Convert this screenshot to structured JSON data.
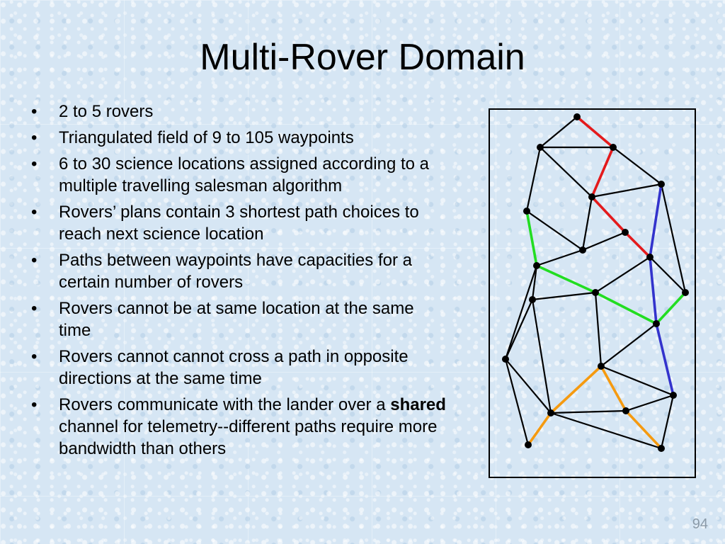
{
  "slide": {
    "title": "Multi-Rover Domain",
    "page_number": "94"
  },
  "bullets": [
    {
      "text": "2 to 5 rovers"
    },
    {
      "text": "Triangulated field of 9 to 105 waypoints"
    },
    {
      "text": "6 to 30 science locations assigned according to a multiple travelling salesman algorithm"
    },
    {
      "text": "Rovers’ plans contain 3 shortest path choices to reach next science location"
    },
    {
      "text": "Paths between waypoints have capacities for a certain number of rovers"
    },
    {
      "text": "Rovers cannot be at same location at the same time"
    },
    {
      "text": "Rovers cannot cannot cross a path in opposite directions at the same time"
    },
    {
      "text_before": "Rovers communicate with the lander over a ",
      "bold": "shared",
      "text_after": " channel for telemetry--different paths require more bandwidth than others"
    }
  ],
  "diagram": {
    "colors": {
      "edge": "#000000",
      "node": "#000000",
      "frame": "#000000",
      "route_red": "#e41a1c",
      "route_blue": "#3333cc",
      "route_green": "#22dd22",
      "route_orange": "#f59a10"
    }
  }
}
